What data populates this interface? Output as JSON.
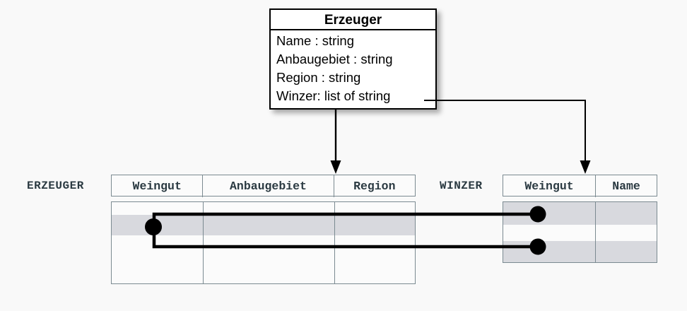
{
  "diagram": {
    "title": "Erzeuger class to relational tables mapping",
    "colors": {
      "background": "#f9f9f9",
      "box_border": "#000000",
      "box_fill": "#ffffff",
      "table_border": "#7b8a91",
      "table_fill": "#fbfbfb",
      "row_highlight": "#d8d9de",
      "label_text": "#2b3a42",
      "connector": "#000000"
    }
  },
  "uml_class": {
    "name": "Erzeuger",
    "attributes": [
      "Name : string",
      "Anbaugebiet : string",
      "Region : string",
      "Winzer: list of string"
    ]
  },
  "tables": [
    {
      "id": "erzeuger",
      "label": "ERZEUGER",
      "columns": [
        "Weingut",
        "Anbaugebiet",
        "Region"
      ],
      "row_count": 4,
      "highlighted_rows": [
        2
      ]
    },
    {
      "id": "winzer",
      "label": "WINZER",
      "columns": [
        "Weingut",
        "Name"
      ],
      "row_count": 3,
      "highlighted_rows": [
        1,
        3
      ]
    }
  ],
  "connectors": [
    {
      "name": "erzeuger-arrow",
      "from": "Erzeuger class box bottom",
      "to": "ERZEUGER table header",
      "style": "arrow-down"
    },
    {
      "name": "winzer-arrow",
      "from": "Winzer: list of string attribute",
      "to": "WINZER table Weingut column",
      "style": "elbow-arrow-down"
    },
    {
      "name": "foreign-key-link",
      "from": "ERZEUGER Weingut row 2",
      "to": "WINZER Weingut rows 1 and 3",
      "style": "bracket-dot-link"
    }
  ]
}
